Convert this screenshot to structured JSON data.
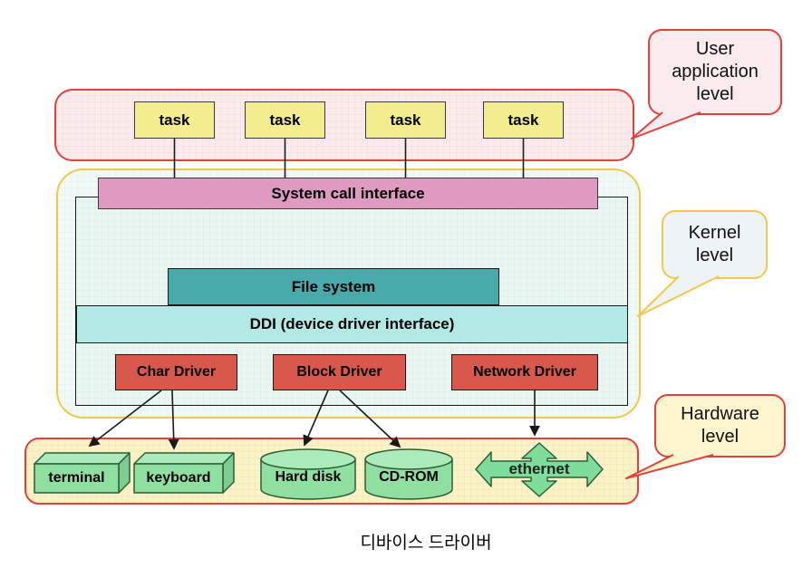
{
  "diagram": {
    "tasks": [
      {
        "label": "task"
      },
      {
        "label": "task"
      },
      {
        "label": "task"
      },
      {
        "label": "task"
      }
    ],
    "system_call_interface": "System call interface",
    "file_system": "File system",
    "ddi": "DDI (device driver interface)",
    "drivers": {
      "char": "Char Driver",
      "block": "Block Driver",
      "network": "Network Driver"
    },
    "hardware": {
      "terminal": "terminal",
      "keyboard": "keyboard",
      "hard_disk": "Hard disk",
      "cd_rom": "CD-ROM",
      "ethernet": "ethernet"
    },
    "callouts": {
      "user_application": {
        "lines": [
          "User",
          "application",
          "level"
        ]
      },
      "kernel": {
        "lines": [
          "Kernel",
          "level"
        ]
      },
      "hardware": {
        "lines": [
          "Hardware",
          "level"
        ]
      }
    },
    "caption": "디바이스 드라이버",
    "colors": {
      "red_border": "#e3413a",
      "gold_border": "#f3c84b",
      "task_fill": "#f3ed90",
      "system_call_fill": "#de9ac0",
      "file_system_fill": "#48aaaa",
      "ddi_fill": "#b2e9e4",
      "driver_fill": "#d9584c",
      "hardware_green_fill": "#8fe0a0",
      "user_level_fill": "#faeced",
      "kernel_level_fill": "#f2faf7",
      "hardware_level_fill": "#fbf3c8",
      "kernel_callout_fill": "#edf3f6"
    }
  }
}
